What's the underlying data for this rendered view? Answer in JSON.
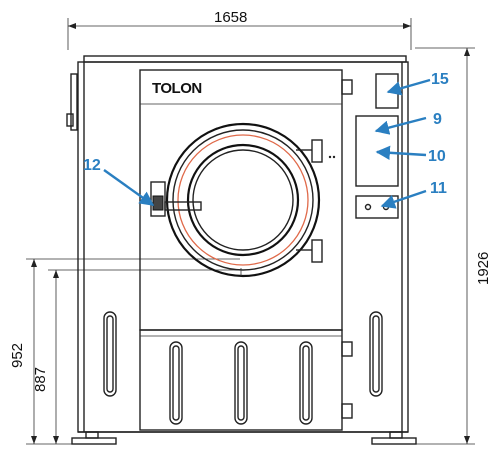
{
  "brand": {
    "logo_text": "TOLON"
  },
  "dimensions": {
    "width": "1658",
    "height_total": "1926",
    "height_door_top": "952",
    "height_door_center": "887"
  },
  "callouts": [
    {
      "label": "15"
    },
    {
      "label": "9"
    },
    {
      "label": "10"
    },
    {
      "label": "11"
    },
    {
      "label": "12"
    }
  ],
  "colors": {
    "callout": "#2a7fc1",
    "door_gasket": "#e06a4a",
    "outline": "#222222"
  }
}
